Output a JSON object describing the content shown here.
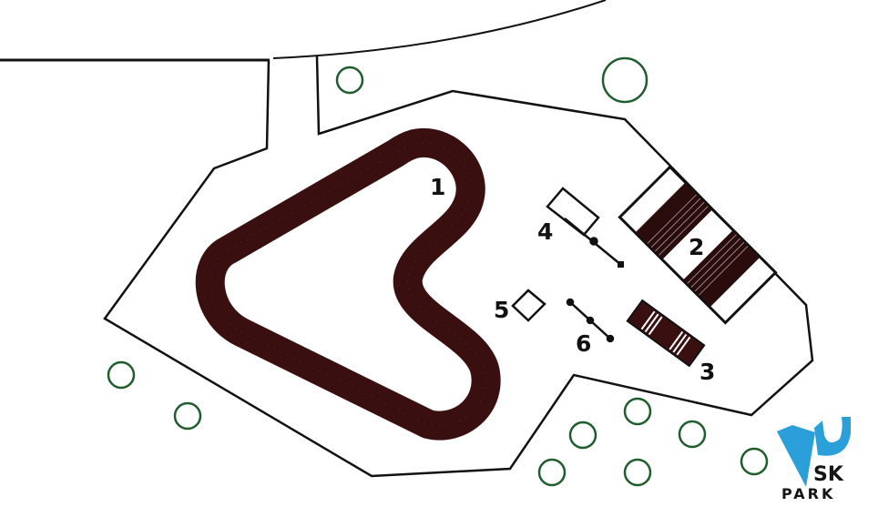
{
  "title": "Skate park site plan",
  "labels": {
    "l1": "1",
    "l2": "2",
    "l3": "3",
    "l4": "4",
    "l5": "5",
    "l6": "6"
  },
  "logo": {
    "line1": "SK",
    "line2": "PARK"
  },
  "colors": {
    "track": "#3a0f10",
    "outline": "#111111",
    "tree": "#1f5e2c",
    "logo": "#2b9fd9"
  }
}
